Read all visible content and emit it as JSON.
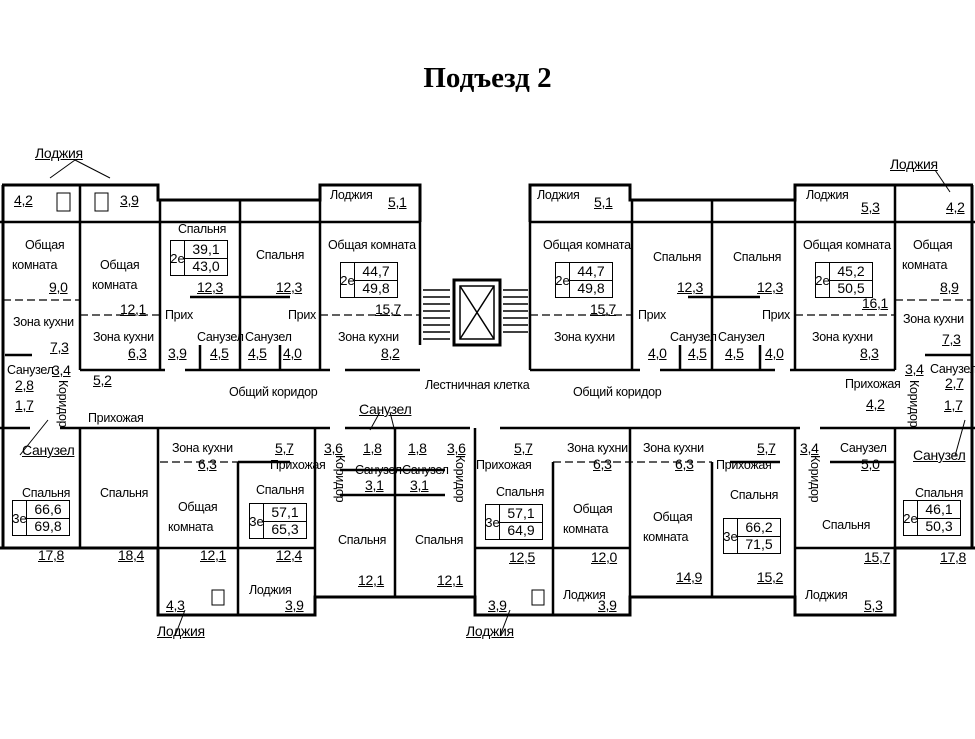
{
  "title": "Подъезд 2",
  "labels": [
    "Лоджия",
    "4,2",
    "3,9",
    "Лоджия",
    "5,1",
    "Лоджия",
    "5,1",
    "Лоджия",
    "5,3",
    "Лоджия",
    "4,2",
    "Общая",
    "комната",
    "9,0",
    "Общая",
    "комната",
    "12,1",
    "Спальня",
    "12,3",
    "Спальня",
    "12,3",
    "Общая комната",
    "15,7",
    "Зона кухни",
    "7,3",
    "Зона кухни",
    "6,3",
    "Прих",
    "3,9",
    "Санузел",
    "4,5",
    "Санузел",
    "4,5",
    "4,0",
    "Прих",
    "Зона кухни",
    "8,2",
    "Санузел",
    "2,8",
    "3,4",
    "Коридор",
    "5,2",
    "1,7",
    "Общий коридор",
    "Лестничная клетка",
    "Общая комната",
    "15,7",
    "Спальня",
    "12,3",
    "Спальня",
    "12,3",
    "Общая комната",
    "16,1",
    "Общая",
    "комната",
    "8,9",
    "Зона кухни",
    "7,3",
    "Прих",
    "Прих",
    "Зона кухни",
    "4,0",
    "Санузел",
    "4,5",
    "Санузел",
    "4,5",
    "4,0",
    "Зона кухни",
    "8,3",
    "Общий коридор",
    "3,4",
    "Санузел",
    "2,7",
    "Прихожая",
    "4,2",
    "Коридор",
    "1,7",
    "Прихожая",
    "Санузел",
    "Спальня",
    "17,8",
    "Спальня",
    "18,4",
    "Зона кухни",
    "6,3",
    "5,7",
    "Прихожая",
    "Общая",
    "комната",
    "12,1",
    "Спальня",
    "12,4",
    "4,3",
    "Лоджия",
    "3,9",
    "Лоджия",
    "Санузел",
    "3,6",
    "1,8",
    "1,8",
    "3,6",
    "Коридор",
    "Коридор",
    "Санузел",
    "3,1",
    "Санузел",
    "3,1",
    "Спальня",
    "12,1",
    "Спальня",
    "12,1",
    "Прихожая",
    "5,7",
    "Спальня",
    "12,5",
    "Зона кухни",
    "6,3",
    "Общая",
    "комната",
    "12,0",
    "Зона кухни",
    "6,3",
    "Общая",
    "комната",
    "14,9",
    "Прихожая",
    "5,7",
    "Спальня",
    "15,2",
    "3,4",
    "Санузел",
    "5,0",
    "Коридор",
    "Спальня",
    "15,7",
    "Санузел",
    "Спальня",
    "17,8",
    "3,9",
    "Лоджия",
    "3,9",
    "Лоджия",
    "Лоджия",
    "5,3"
  ],
  "apartments": [
    {
      "rooms": "2е",
      "living": "39,1",
      "total": "43,0"
    },
    {
      "rooms": "2е",
      "living": "44,7",
      "total": "49,8"
    },
    {
      "rooms": "2е",
      "living": "44,7",
      "total": "49,8"
    },
    {
      "rooms": "2е",
      "living": "45,2",
      "total": "50,5"
    },
    {
      "rooms": "3е",
      "living": "66,6",
      "total": "69,8"
    },
    {
      "rooms": "3е",
      "living": "57,1",
      "total": "65,3"
    },
    {
      "rooms": "3е",
      "living": "57,1",
      "total": "64,9"
    },
    {
      "rooms": "3е",
      "living": "66,2",
      "total": "71,5"
    },
    {
      "rooms": "2е",
      "living": "46,1",
      "total": "50,3"
    }
  ]
}
